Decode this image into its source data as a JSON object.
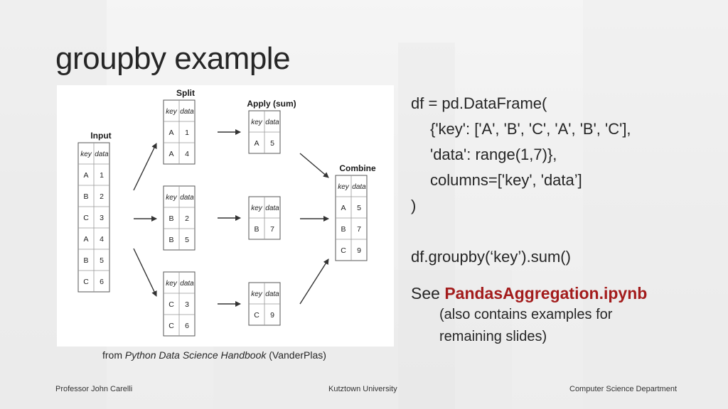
{
  "slide": {
    "title": "groupby example",
    "caption": {
      "prefix": "from ",
      "book": "Python Data Science Handbook",
      "suffix": " (VanderPlas)"
    },
    "code": {
      "lines": [
        "df = pd.DataFrame(",
        "{'key': ['A', 'B', 'C', 'A', 'B', 'C'],",
        "'data': range(1,7)},",
        "columns=['key', 'data’]",
        ")",
        "df.groupby(‘key’).sum()"
      ]
    },
    "see": {
      "prefix": "See ",
      "link": "PandasAggregation.ipynb",
      "note_line1": "(also contains examples for",
      "note_line2": "remaining slides)"
    },
    "accent_color": "#a31c1c"
  },
  "diagram": {
    "labels": {
      "input": "Input",
      "split": "Split",
      "apply": "Apply (sum)",
      "combine": "Combine"
    },
    "headers": [
      "key",
      "data"
    ],
    "input_rows": [
      [
        "A",
        "1"
      ],
      [
        "B",
        "2"
      ],
      [
        "C",
        "3"
      ],
      [
        "A",
        "4"
      ],
      [
        "B",
        "5"
      ],
      [
        "C",
        "6"
      ]
    ],
    "split_groups": [
      [
        [
          "A",
          "1"
        ],
        [
          "A",
          "4"
        ]
      ],
      [
        [
          "B",
          "2"
        ],
        [
          "B",
          "5"
        ]
      ],
      [
        [
          "C",
          "3"
        ],
        [
          "C",
          "6"
        ]
      ]
    ],
    "apply_rows": [
      [
        "A",
        "5"
      ],
      [
        "B",
        "7"
      ],
      [
        "C",
        "9"
      ]
    ],
    "combine_rows": [
      [
        "A",
        "5"
      ],
      [
        "B",
        "7"
      ],
      [
        "C",
        "9"
      ]
    ]
  },
  "footer": {
    "left": "Professor John Carelli",
    "center": "Kutztown University",
    "right": "Computer Science Department"
  }
}
